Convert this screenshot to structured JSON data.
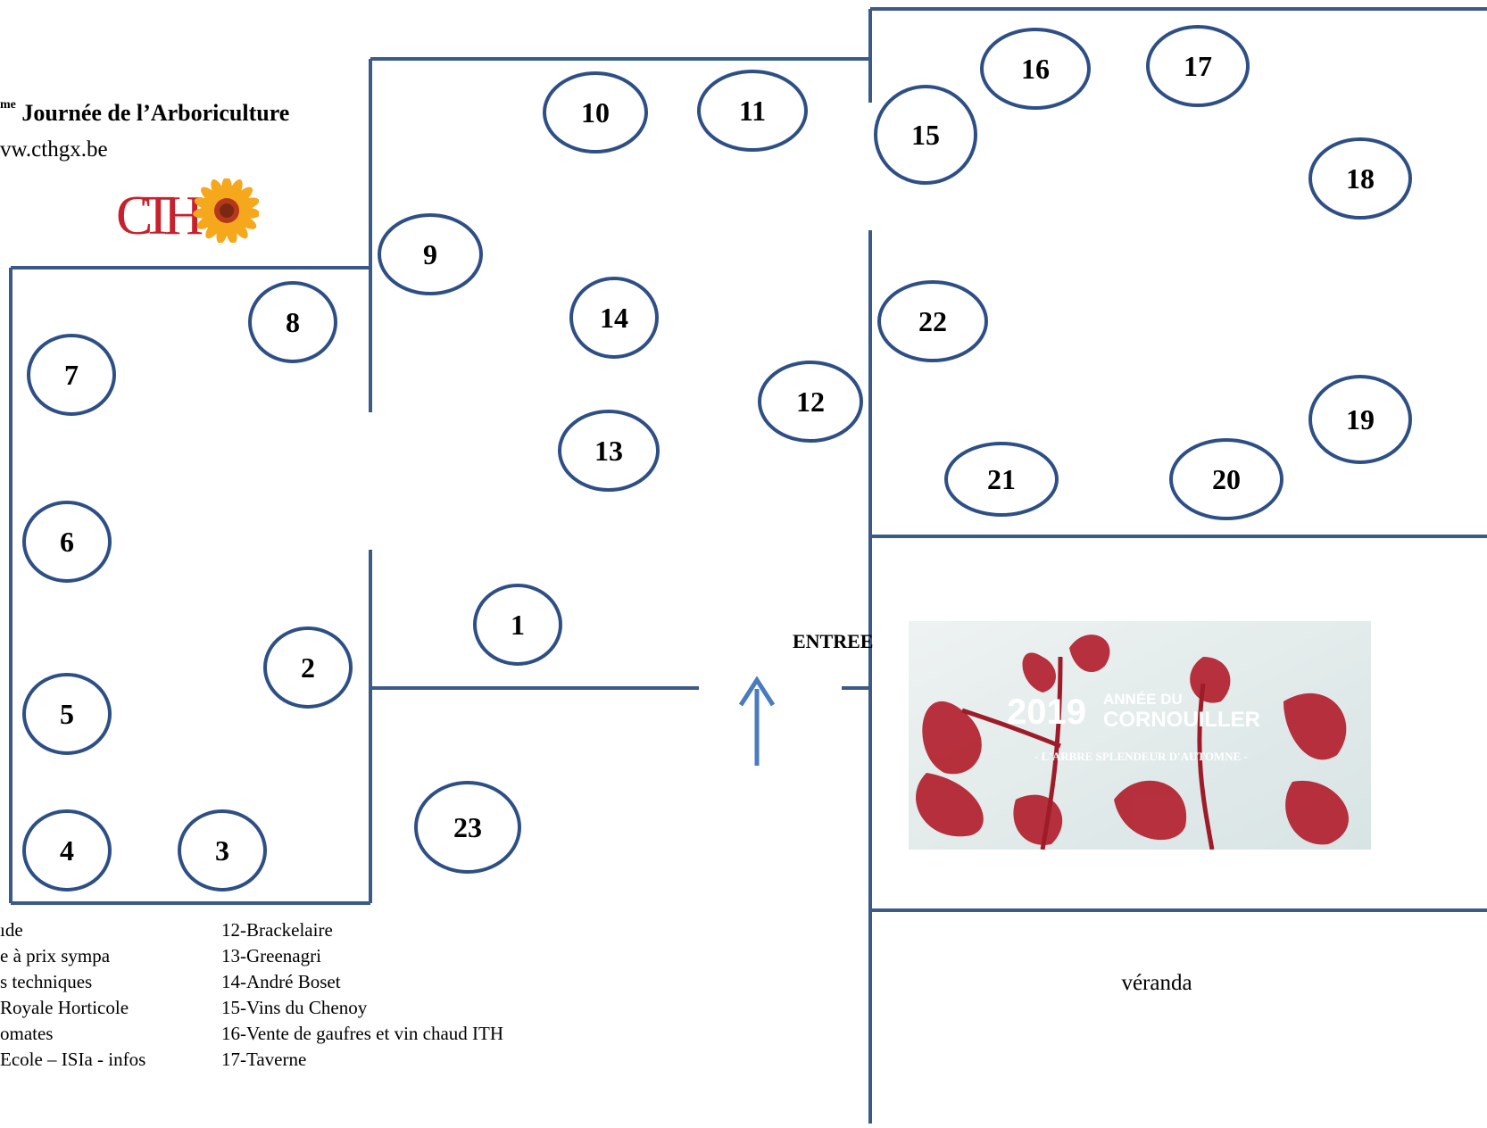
{
  "title": {
    "superscript": "me",
    "text": "Journée de l’Arboriculture"
  },
  "website": "vw.cthgx.be",
  "logo": {
    "text": "CTH",
    "icon": "sunflower-icon",
    "colors": {
      "letters": "#c8202c",
      "petals": "#f5a81c",
      "center": "#b4391b"
    }
  },
  "entrance": {
    "label": "ENTREE",
    "icon": "arrow-up-icon"
  },
  "veranda_label": "véranda",
  "banner": {
    "year": "2019",
    "line1": "ANNÉE DU",
    "line2": "CORNOUILLER",
    "tagline": "- L'ARBRE SPLENDEUR D'AUTOMNE -"
  },
  "stands": [
    "1",
    "2",
    "3",
    "4",
    "5",
    "6",
    "7",
    "8",
    "9",
    "10",
    "11",
    "12",
    "13",
    "14",
    "15",
    "16",
    "17",
    "18",
    "19",
    "20",
    "21",
    "22",
    "23"
  ],
  "legend": {
    "left": [
      "ıde",
      "e à prix sympa",
      "s techniques",
      " Royale Horticole",
      "omates",
      "Ecole – ISIa - infos"
    ],
    "right": [
      "12-Brackelaire",
      "13-Greenagri",
      "14-André Boset",
      "15-Vins du Chenoy",
      "16-Vente de gaufres et vin chaud ITH",
      "17-Taverne"
    ]
  },
  "colors": {
    "walls": "#3b5a8a",
    "circles": "#2e4f86",
    "arrow": "#4a7bbf",
    "text": "#000000"
  }
}
